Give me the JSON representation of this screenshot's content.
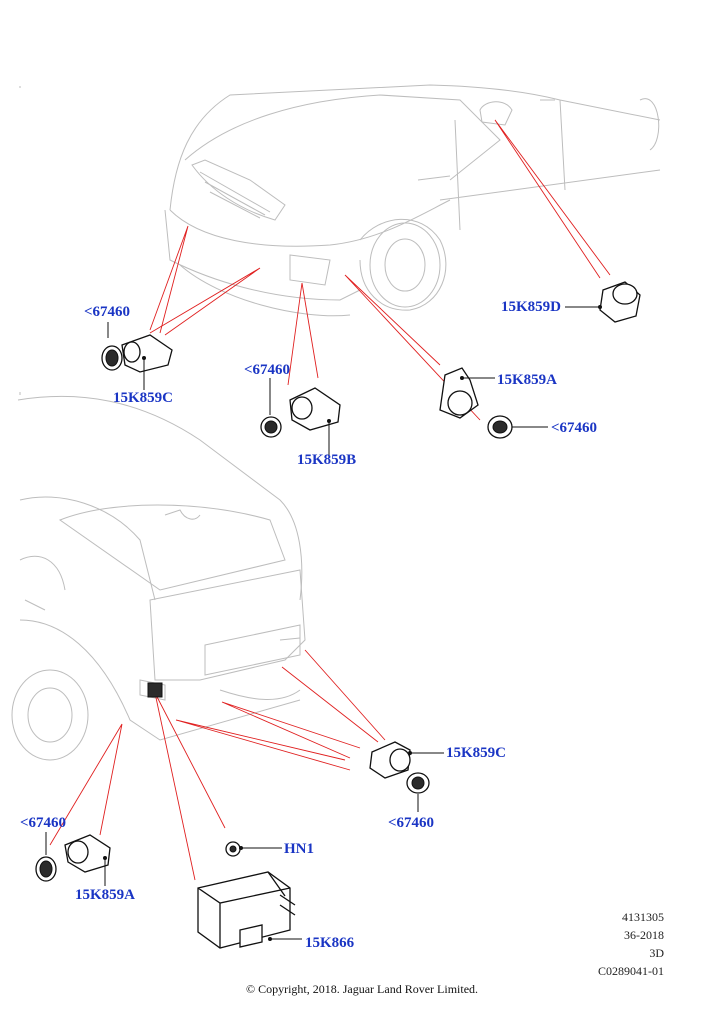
{
  "callouts": {
    "ring_front_left": "<67460",
    "sensor_front_left": "15K859C",
    "ring_front_center": "<67460",
    "sensor_front_center": "15K859B",
    "sensor_front_side": "15K859A",
    "ring_front_side": "<67460",
    "sensor_mirror": "15K859D",
    "sensor_rear": "15K859C",
    "ring_rear": "<67460",
    "ring_rear_side": "<67460",
    "sensor_rear_side": "15K859A",
    "nut": "HN1",
    "module": "15K866"
  },
  "meta": {
    "line1": "4131305",
    "line2": "36-2018",
    "line3": "3D",
    "line4": "C0289041-01"
  },
  "copyright": "© Copyright, 2018. Jaguar Land Rover Limited."
}
